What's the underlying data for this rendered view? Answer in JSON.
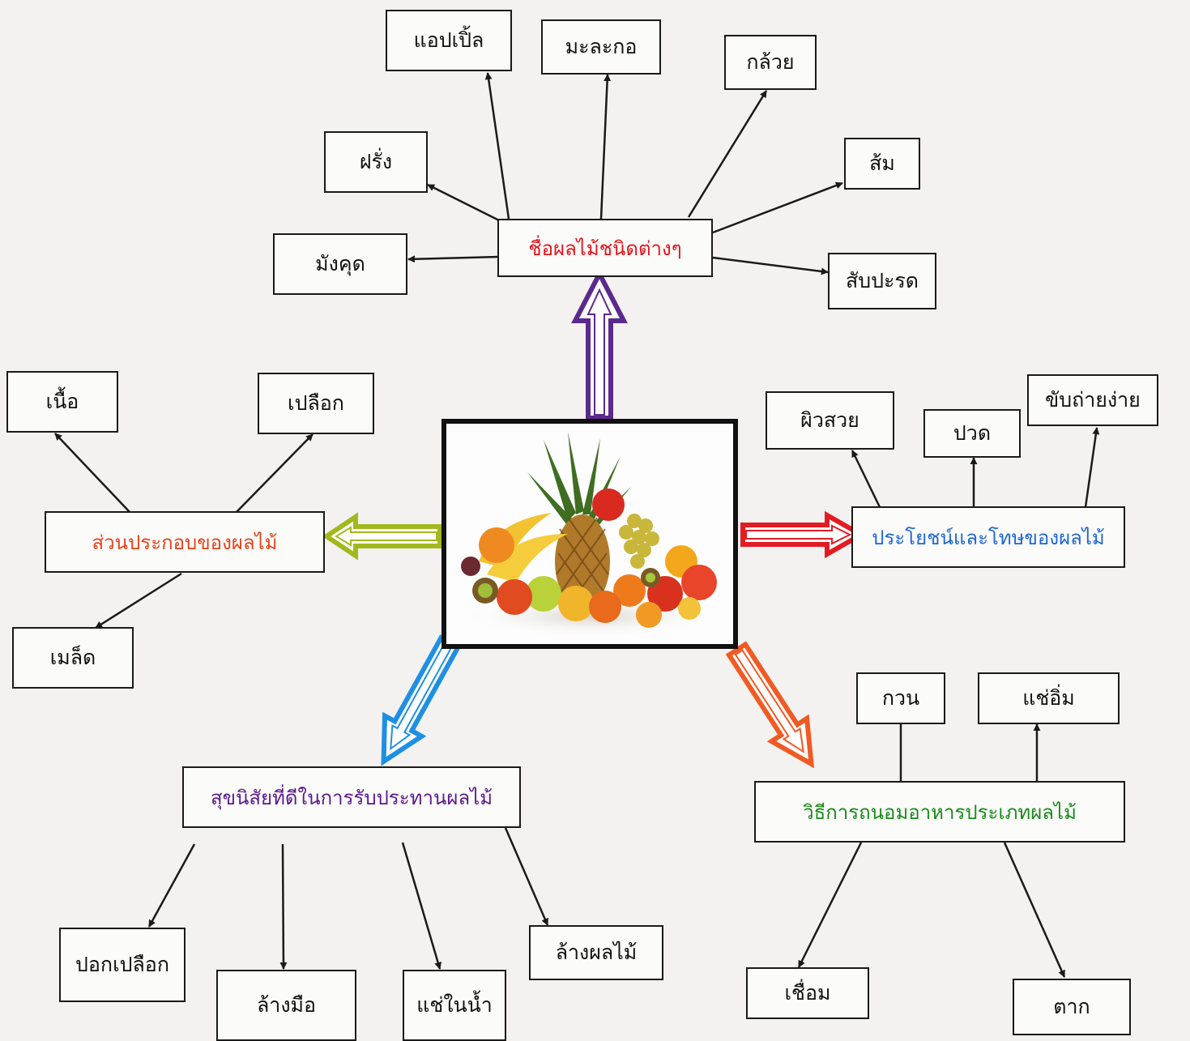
{
  "center": {
    "icon": "fruit-basket-icon"
  },
  "colors": {
    "red": "#e3141b",
    "blue": "#1f66d8",
    "orange_red": "#e8421a",
    "purple": "#5a1a8c",
    "green": "#1a8a1a",
    "arrow_purple": "#5b2a8c",
    "arrow_olive": "#a3b81c",
    "arrow_red": "#e31b23",
    "arrow_blue": "#1f8fe3",
    "arrow_orange": "#f05a23"
  },
  "categories": {
    "fruit_names": {
      "label": "ชื่อผลไม้ชนิดต่างๆ",
      "items": [
        "แอปเปิ้ล",
        "มะละกอ",
        "กล้วย",
        "ฝรั่ง",
        "ส้ม",
        "มังคุด",
        "สับปะรด"
      ]
    },
    "fruit_parts": {
      "label": "ส่วนประกอบของผลไม้",
      "items": [
        "เนื้อ",
        "เปลือก",
        "เมล็ด"
      ]
    },
    "benefits": {
      "label": "ประโยชน์และโทษของผลไม้",
      "items": [
        "ผิวสวย",
        "ปวด",
        "ขับถ่ายง่าย"
      ]
    },
    "hygiene": {
      "label": "สุขนิสัยที่ดีในการรับประทานผลไม้",
      "items": [
        "ปอกเปลือก",
        "ล้างมือ",
        "แช่ในน้ำ",
        "ล้างผลไม้"
      ]
    },
    "preservation": {
      "label": "วิธีการถนอมอาหารประเภทผลไม้",
      "items": [
        "กวน",
        "แช่อิ่ม",
        "เชื่อม",
        "ตาก"
      ]
    }
  }
}
